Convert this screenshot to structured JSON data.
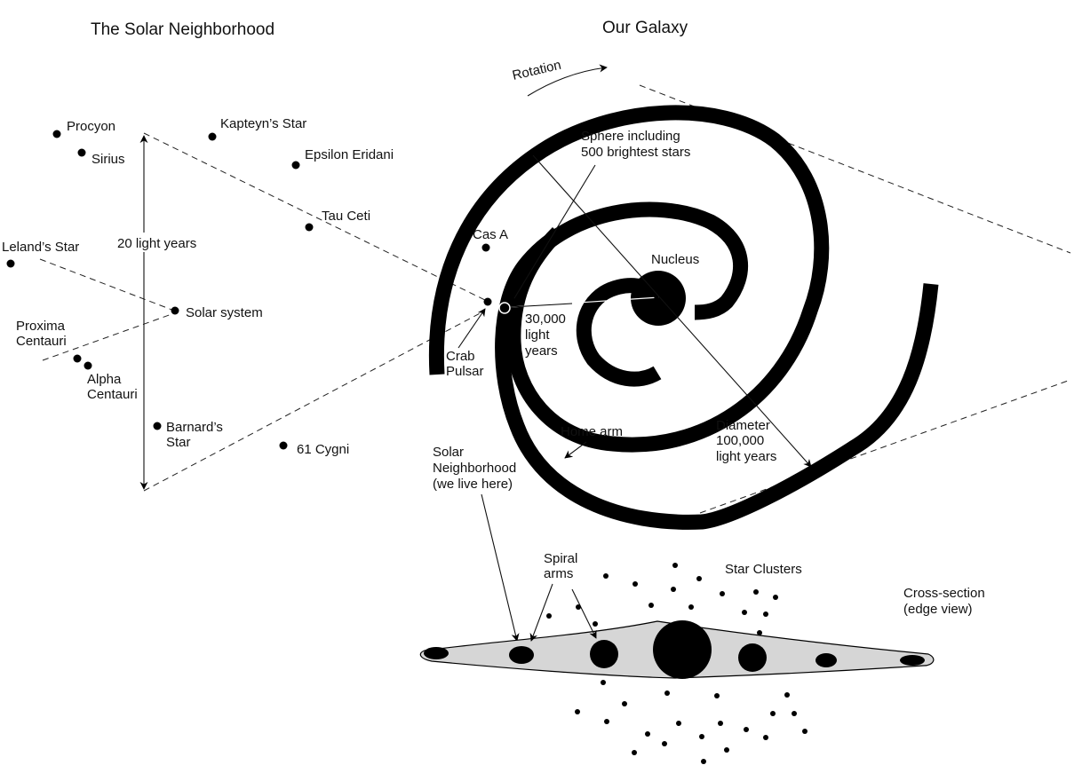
{
  "titles": {
    "left": "The Solar Neighborhood",
    "right": "Our Galaxy"
  },
  "neighborhood": {
    "scale_label": "20 light years",
    "stars": {
      "procyon": "Procyon",
      "sirius": "Sirius",
      "kapteyn": "Kapteyn’s Star",
      "epsilon_eridani": "Epsilon Eridani",
      "tau_ceti": "Tau Ceti",
      "leland": "Leland’s Star",
      "solar_system": "Solar system",
      "proxima": [
        "Proxima",
        "Centauri"
      ],
      "alpha": [
        "Alpha",
        "Centauri"
      ],
      "barnard": [
        "Barnard’s",
        "Star"
      ],
      "cygni": "61 Cygni"
    }
  },
  "galaxy": {
    "rotation": "Rotation",
    "sphere": [
      "Sphere including",
      "500 brightest stars"
    ],
    "cas_a": "Cas A",
    "nucleus": "Nucleus",
    "distance": [
      "30,000",
      "light",
      "years"
    ],
    "crab_pulsar": [
      "Crab",
      "Pulsar"
    ],
    "home_arm": "Home arm",
    "diameter": [
      "Diameter",
      "100,000",
      "light years"
    ],
    "solar_neighborhood": [
      "Solar",
      "Neighborhood",
      "(we live here)"
    ]
  },
  "cross_section": {
    "spiral_arms": [
      "Spiral",
      "arms"
    ],
    "star_clusters": "Star Clusters",
    "caption": [
      "Cross-section",
      "(edge view)"
    ]
  },
  "colors": {
    "ink": "#000000",
    "disk_fill": "#d6d6d6",
    "background": "#ffffff"
  }
}
